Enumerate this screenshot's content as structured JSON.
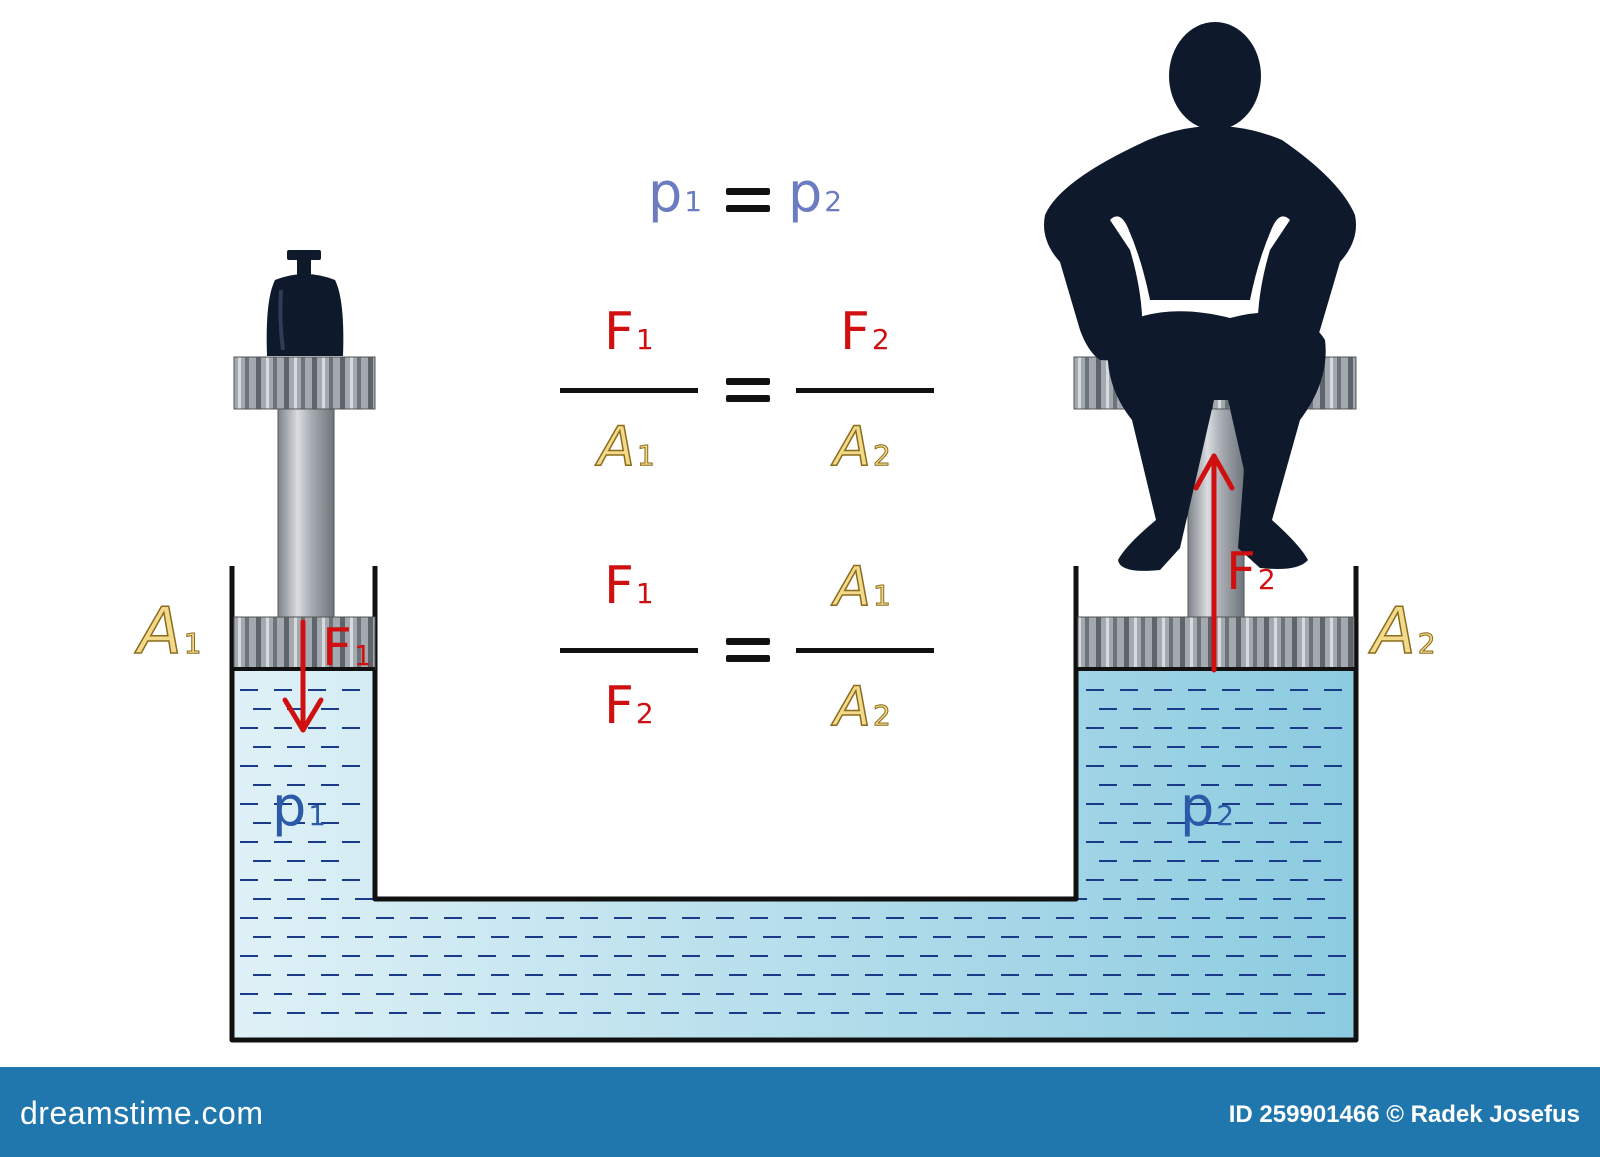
{
  "colors": {
    "fluid": "#a8d8e8",
    "fluid_line": "#1a3a8a",
    "outline": "#111111",
    "figure": "#0e1a2c",
    "piston_gray": "#9aa0a6",
    "force_red": "#d01010",
    "area_yellow": "#f3d98a",
    "area_stroke": "#8a6d1c",
    "pressure_blue": "#2a5aa8",
    "formula_p": "#6b7cc0",
    "footer": "#1f77ad"
  },
  "labels": {
    "A1_side": {
      "letter": "A",
      "sub": "1"
    },
    "A2_side": {
      "letter": "A",
      "sub": "2"
    },
    "F1_arrow": {
      "letter": "F",
      "sub": "1"
    },
    "F2_arrow": {
      "letter": "F",
      "sub": "2"
    },
    "p1_fluid": {
      "letter": "p",
      "sub": "1"
    },
    "p2_fluid": {
      "letter": "p",
      "sub": "2"
    }
  },
  "formulas": {
    "pressure": {
      "left": "p",
      "left_sub": "1",
      "right": "p",
      "right_sub": "2"
    },
    "eq1": {
      "lhs_num": {
        "letter": "F",
        "sub": "1"
      },
      "lhs_den": {
        "letter": "A",
        "sub": "1"
      },
      "rhs_num": {
        "letter": "F",
        "sub": "2"
      },
      "rhs_den": {
        "letter": "A",
        "sub": "2"
      }
    },
    "eq2": {
      "lhs_num": {
        "letter": "F",
        "sub": "1"
      },
      "lhs_den": {
        "letter": "F",
        "sub": "2"
      },
      "rhs_num": {
        "letter": "A",
        "sub": "1"
      },
      "rhs_den": {
        "letter": "A",
        "sub": "2"
      }
    }
  },
  "footer": {
    "brand": "dreamstime.com",
    "credit": "ID 259901466 © Radek Josefus"
  }
}
